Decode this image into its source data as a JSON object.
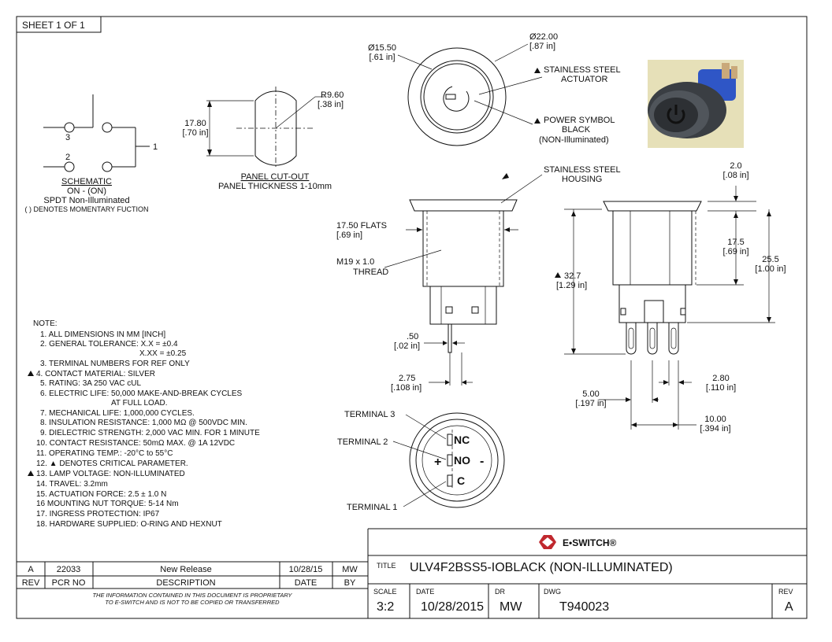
{
  "sheet": {
    "label": "SHEET 1 OF 1"
  },
  "schematic": {
    "terminal_3": "3",
    "terminal_2": "2",
    "terminal_1": "1",
    "title": "SCHEMATIC",
    "line1": "ON - (ON)",
    "line2": "SPDT Non-Illuminated",
    "line3": "( ) DENOTES MOMENTARY FUCTION"
  },
  "cutout": {
    "height_mm": "17.80",
    "height_in": "[.70 in]",
    "radius_mm": "R9.60",
    "radius_in": "[.38 in]",
    "title": "PANEL CUT-OUT",
    "thickness": "PANEL THICKNESS 1-10mm"
  },
  "top_view": {
    "inner_dia_mm": "Ø15.50",
    "inner_dia_in": "[.61 in]",
    "outer_dia_mm": "Ø22.00",
    "outer_dia_in": "[.87 in]",
    "actuator_1": "STAINLESS STEEL",
    "actuator_2": "ACTUATOR",
    "symbol_1": "POWER SYMBOL",
    "symbol_2": "BLACK",
    "symbol_3": "(NON-Illuminated)"
  },
  "side_view": {
    "housing_1": "STAINLESS STEEL",
    "housing_2": "HOUSING",
    "flats_mm": "17.50 FLATS",
    "flats_in": "[.69 in]",
    "thread_1": "M19 x 1.0",
    "thread_2": "THREAD",
    "pin_w_mm": ".50",
    "pin_w_in": "[.02 in]",
    "pin_pitch_mm": "2.75",
    "pin_pitch_in": "[.108 in]"
  },
  "right_view": {
    "bezel_mm": "2.0",
    "bezel_in": "[.08 in]",
    "body_mm": "17.5",
    "body_in": "[.69 in]",
    "total_mm": "25.5",
    "total_in": "[1.00 in]",
    "overall_mm": "32.7",
    "overall_in": "[1.29 in]",
    "pitch_mm": "5.00",
    "pitch_in": "[.197 in]",
    "pin_w_mm": "2.80",
    "pin_w_in": "[.110 in]",
    "span_mm": "10.00",
    "span_in": "[.394 in]"
  },
  "bottom_view": {
    "term3": "TERMINAL 3",
    "term2": "TERMINAL 2",
    "term1": "TERMINAL 1",
    "nc": "NC",
    "no": "NO",
    "c": "C",
    "plus": "+",
    "minus": "-"
  },
  "notes": {
    "heading": "NOTE:",
    "items": [
      "1. ALL DIMENSIONS IN MM [INCH]",
      "2. GENERAL TOLERANCE: X.X = ±0.4",
      "X.XX = ±0.25",
      "3. TERMINAL NUMBERS FOR REF ONLY",
      "4. CONTACT MATERIAL: SILVER",
      "5. RATING: 3A 250 VAC cUL",
      "6. ELECTRIC LIFE: 50,000 MAKE-AND-BREAK CYCLES",
      "AT FULL LOAD.",
      "7. MECHANICAL LIFE: 1,000,000 CYCLES.",
      "8. INSULATION RESISTANCE: 1,000 MΩ @ 500VDC MIN.",
      "9. DIELECTRIC STRENGTH: 2,000 VAC MIN. FOR 1 MINUTE",
      "10. CONTACT RESISTANCE: 50mΩ MAX. @ 1A 12VDC",
      "11. OPERATING TEMP.: -20°C to 55°C",
      "12. ▲ DENOTES CRITICAL PARAMETER.",
      "13. LAMP VOLTAGE: NON-ILLUMINATED",
      "14. TRAVEL: 3.2mm",
      "15. ACTUATION FORCE: 2.5 ± 1.0 N",
      "16 MOUNTING NUT TORQUE: 5-14 Nm",
      "17. INGRESS PROTECTION: IP67",
      "18. HARDWARE SUPPLIED: O-RING AND HEXNUT"
    ]
  },
  "revision": {
    "rev": "A",
    "pcr": "22033",
    "desc": "New Release",
    "date": "10/28/15",
    "by": "MW",
    "h_rev": "REV",
    "h_pcr": "PCR NO",
    "h_desc": "DESCRIPTION",
    "h_date": "DATE",
    "h_by": "BY",
    "disclaimer_1": "THE INFORMATION CONTAINED IN THIS DOCUMENT IS PROPRIETARY",
    "disclaimer_2": "TO E-SWITCH AND IS NOT TO BE COPIED OR TRANSFERRED"
  },
  "title_block": {
    "brand": "E•SWITCH®",
    "title_label": "TITLE",
    "title": "ULV4F2BSS5-IOBLACK  (NON-ILLUMINATED)",
    "scale_label": "SCALE",
    "scale": "3:2",
    "date_label": "DATE",
    "date": "10/28/2015",
    "dr_label": "DR",
    "dr": "MW",
    "dwg_label": "DWG",
    "dwg": "T940023",
    "rev_label": "REV",
    "rev": "A"
  },
  "colors": {
    "brand_red": "#c0282e",
    "ink": "#111111",
    "photo_bg": "#e6e0b8",
    "photo_blue": "#2f56c6"
  }
}
